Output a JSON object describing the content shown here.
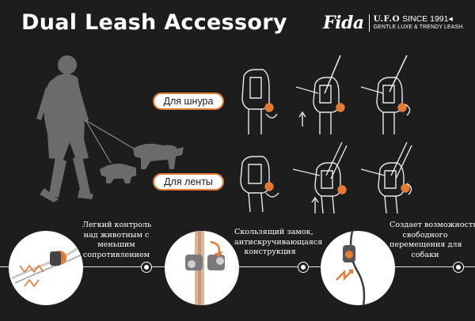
{
  "header": {
    "title": "Dual Leash Accessory"
  },
  "brand": {
    "logo": "Fida",
    "name": "U.F.O",
    "since": "SINCE 1991",
    "tagline": "GENTLE LUXE  & TRENDY LEASH."
  },
  "modes": {
    "cord_label": "Для шнура",
    "tape_label": "Для ленты"
  },
  "features": [
    {
      "caption_lines": [
        "Легкий контроль",
        "над животным с",
        "меньшим",
        "сопротивлением"
      ]
    },
    {
      "caption_lines": [
        "Скользящий замок,",
        "антискручивающаяся",
        "конструкция"
      ]
    },
    {
      "caption_lines": [
        "Создает возможность",
        "свободного",
        "перемещения для",
        "собаки"
      ]
    }
  ],
  "colors": {
    "accent": "#e37b32",
    "background": "#1d1d1d",
    "silhouette": "#6b6b6b"
  }
}
